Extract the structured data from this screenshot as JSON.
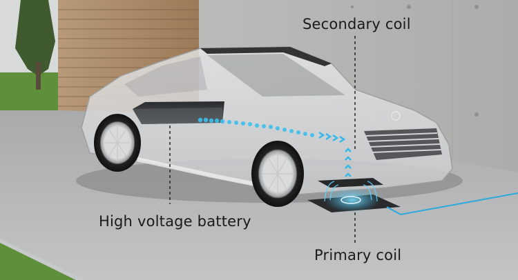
{
  "diagram": {
    "subject": "Inductive wireless charging of an electric car",
    "labels": {
      "secondary_coil": "Secondary coil",
      "high_voltage_battery": "High voltage battery",
      "primary_coil": "Primary coil"
    },
    "components": [
      {
        "id": "secondary-coil",
        "label": "Secondary coil",
        "location": "under front of car"
      },
      {
        "id": "high-voltage-battery",
        "label": "High voltage battery",
        "location": "under rear seat"
      },
      {
        "id": "primary-coil",
        "label": "Primary coil",
        "location": "ground pad"
      }
    ],
    "colors": {
      "energy_flow": "#35b8e8",
      "cable": "#2aa9dd",
      "leader_line": "#222222",
      "label_text": "#1a1a1a",
      "wall": "#b9b9b6",
      "floor": "#b3b4b5",
      "wood": "#a88a6a",
      "grass": "#5e8f3a"
    }
  }
}
